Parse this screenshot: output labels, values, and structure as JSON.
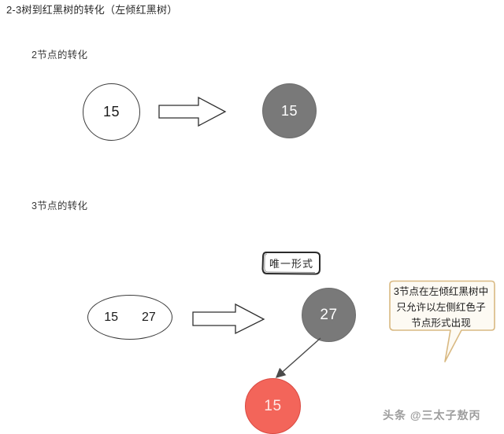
{
  "page": {
    "title": "2-3树到红黑树的转化（左倾红黑树）",
    "background_color": "#ffffff"
  },
  "sections": [
    {
      "id": "two-node",
      "label": "2节点的转化",
      "source": {
        "value": "15",
        "fill": "#ffffff",
        "text_color": "#1a1a1a",
        "shape": "circle"
      },
      "arrow": {
        "icon": "block-arrow-right-icon",
        "direction": "right"
      },
      "result": {
        "value": "15",
        "fill": "#797979",
        "text_color": "#ffffff",
        "shape": "circle"
      }
    },
    {
      "id": "three-node",
      "label": "3节点的转化",
      "source": {
        "values": [
          "15",
          "27"
        ],
        "fill": "#ffffff",
        "text_color": "#1a1a1a",
        "shape": "ellipse"
      },
      "arrow": {
        "icon": "block-arrow-right-icon",
        "direction": "right"
      },
      "badge": {
        "text": "唯一形式",
        "style": "hand-drawn-box"
      },
      "result": {
        "parent": {
          "value": "27",
          "fill": "#797979",
          "text_color": "#ffffff",
          "shape": "circle"
        },
        "child": {
          "value": "15",
          "fill": "#f3655a",
          "text_color": "#ffe9e7",
          "shape": "circle",
          "position": "left"
        },
        "link": {
          "icon": "arrow-down-left-icon",
          "color": "#4a4a4a"
        }
      },
      "annotation": {
        "text": "3节点在左倾红黑树中只允许以左侧红色子节点形式出现",
        "border_color": "#d9b982",
        "fill": "#fdfaf3"
      }
    }
  ],
  "watermark": {
    "text": "头条 @三太子敖丙"
  },
  "colors": {
    "black_node": "#797979",
    "red_node": "#f3655a",
    "outline": "#3b3b3b",
    "callout_border": "#d9b982"
  }
}
